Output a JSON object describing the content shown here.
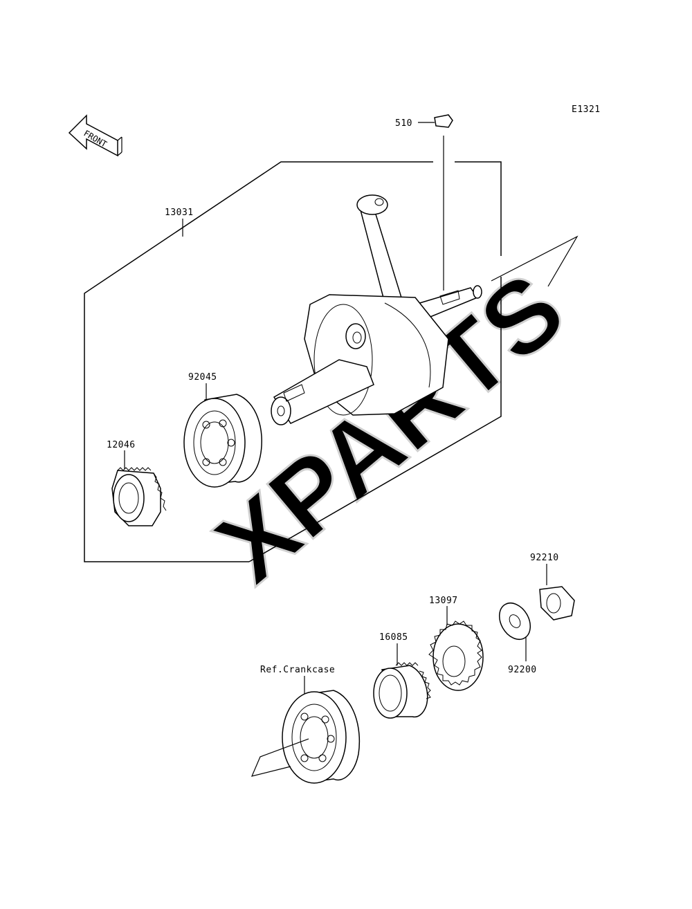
{
  "diagram_code": "E1321",
  "front_label": "FRONT",
  "watermark": "XPARTS",
  "parts": [
    {
      "id": "510",
      "label": "510"
    },
    {
      "id": "13031",
      "label": "13031"
    },
    {
      "id": "92045",
      "label": "92045"
    },
    {
      "id": "12046",
      "label": "12046"
    },
    {
      "id": "92210",
      "label": "92210"
    },
    {
      "id": "13097",
      "label": "13097"
    },
    {
      "id": "16085",
      "label": "16085"
    },
    {
      "id": "92200",
      "label": "92200"
    },
    {
      "id": "ref-crankcase",
      "label": "Ref.Crankcase"
    }
  ]
}
